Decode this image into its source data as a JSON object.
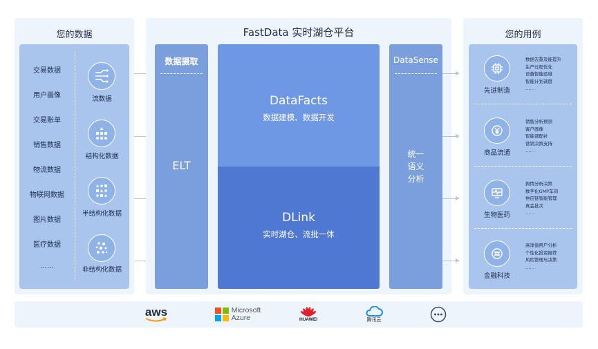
{
  "left": {
    "title": "您的数据",
    "items": [
      "交易数据",
      "用户画像",
      "交易账单",
      "销售数据",
      "物流数据",
      "物联网数据",
      "图片数据",
      "医疗数据",
      "……"
    ],
    "types": [
      {
        "label": "流数据",
        "icon": "stream-data-icon"
      },
      {
        "label": "结构化数据",
        "icon": "structured-data-icon"
      },
      {
        "label": "半结构化数据",
        "icon": "semi-structured-data-icon"
      },
      {
        "label": "非结构化数据",
        "icon": "unstructured-data-icon"
      }
    ]
  },
  "center": {
    "title": "FastData 实时湖仓平台",
    "ingest": {
      "heading": "数据摄取",
      "label": "ELT"
    },
    "datafacts": {
      "title": "DataFacts",
      "subtitle": "数据建模、数据开发"
    },
    "dlink": {
      "title": "DLink",
      "subtitle": "实时湖仓、流批一体"
    },
    "datasense": {
      "heading": "DataSense",
      "lines": [
        "统一",
        "语义",
        "分析"
      ]
    }
  },
  "right": {
    "title": "您的用例",
    "cases": [
      {
        "label": "先进制造",
        "icon": "chip-icon",
        "details": [
          "数据去重及能提升",
          "生产过程优化",
          "设备智能运维",
          "智能计划调度",
          "……"
        ]
      },
      {
        "label": "商品流通",
        "icon": "yen-icon",
        "details": [
          "销售分析预测",
          "客户画像",
          "智能调配补",
          "营销决策支持",
          "……"
        ]
      },
      {
        "label": "生物医药",
        "icon": "pulse-icon",
        "details": [
          "舆情分析决策",
          "数字化GMP车间",
          "供应链智能管理",
          "真金批次",
          "……"
        ]
      },
      {
        "label": "金融科技",
        "icon": "finance-icon",
        "details": [
          "高净值用户分析",
          "个性化投资推荐",
          "风险管理与决策",
          "……"
        ]
      }
    ]
  },
  "logos": {
    "aws": "aws",
    "microsoft_line1": "Microsoft",
    "microsoft_line2": "Azure",
    "huawei": "HUAWEI",
    "tencent": "腾讯云"
  },
  "colors": {
    "panel_bg": "#eef4fc",
    "inner_bg": "#a9c5ee",
    "column_blue": "#7b9fdc",
    "datafacts_blue": "#6e97e4",
    "dlink_blue": "#4e78d2",
    "aws_orange": "#ff9900",
    "huawei_red": "#e3202b",
    "tencent_blue": "#1a8ee6"
  }
}
